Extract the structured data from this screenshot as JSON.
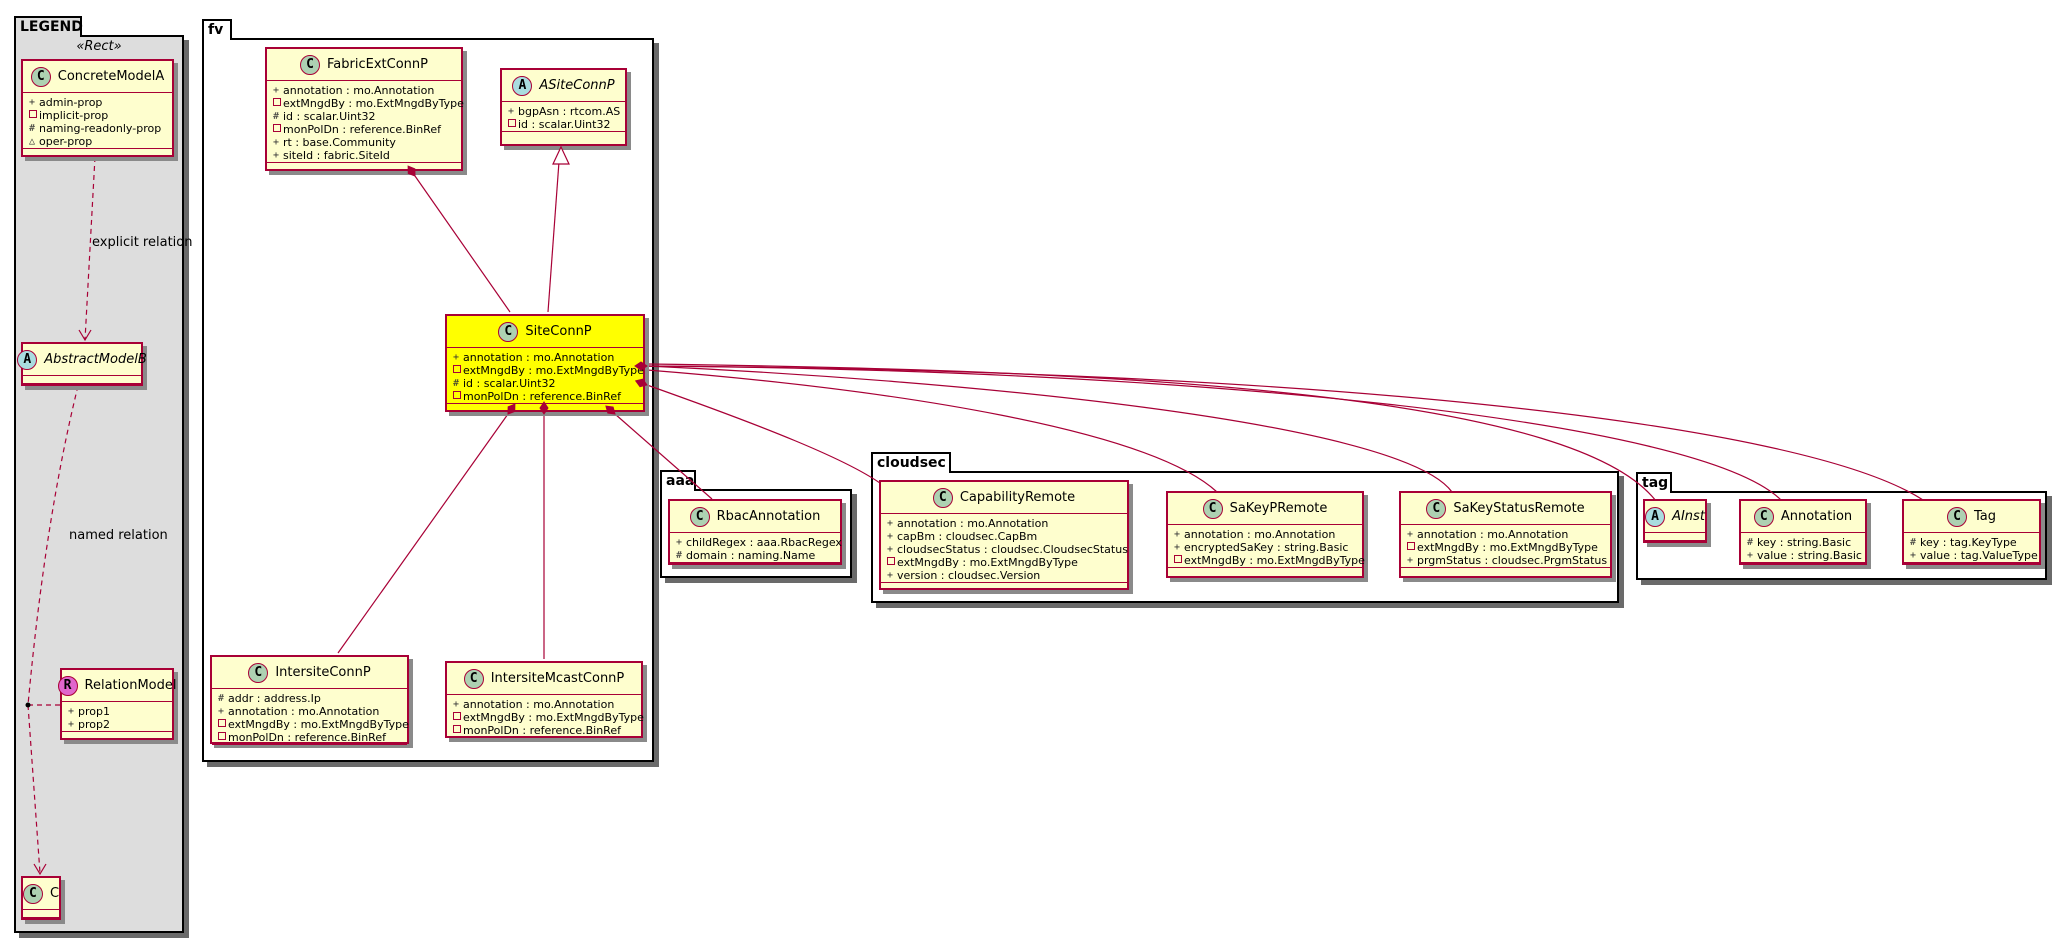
{
  "colors": {
    "class_fill": "#fefece",
    "class_border": "#a80036",
    "highlight_fill": "#ffff00",
    "legend_fill": "#dddddd",
    "class_icon": "#add1b2",
    "abstract_icon": "#a9dcdf",
    "relation_icon": "#e066cc",
    "line_color": "#a80036"
  },
  "legend": {
    "title": "LEGEND",
    "stereotype": "«Rect»",
    "explicit_relation": "explicit relation",
    "named_relation": "named relation"
  },
  "packages": {
    "fv": "fv",
    "aaa": "aaa",
    "cloudsec": "cloudsec",
    "tag": "tag"
  },
  "classes": {
    "concrete_model_a": {
      "icon": "C",
      "name": "ConcreteModelA",
      "attrs": [
        {
          "vis": "+",
          "text": "admin-prop"
        },
        {
          "vis": "-",
          "text": "implicit-prop"
        },
        {
          "vis": "#",
          "text": "naming-readonly-prop"
        },
        {
          "vis": "△",
          "text": "oper-prop"
        }
      ]
    },
    "abstract_model_b": {
      "icon": "A",
      "name": "AbstractModelB",
      "attrs": []
    },
    "relation_model": {
      "icon": "R",
      "name": "RelationModel",
      "attrs": [
        {
          "vis": "+",
          "text": "prop1"
        },
        {
          "vis": "+",
          "text": "prop2"
        }
      ]
    },
    "c": {
      "icon": "C",
      "name": "C",
      "attrs": []
    },
    "fabric_ext_conn_p": {
      "icon": "C",
      "name": "FabricExtConnP",
      "attrs": [
        {
          "vis": "+",
          "text": "annotation : mo.Annotation"
        },
        {
          "vis": "-",
          "text": "extMngdBy : mo.ExtMngdByType"
        },
        {
          "vis": "#",
          "text": "id : scalar.Uint32"
        },
        {
          "vis": "-",
          "text": "monPolDn : reference.BinRef"
        },
        {
          "vis": "+",
          "text": "rt : base.Community"
        },
        {
          "vis": "+",
          "text": "siteId : fabric.SiteId"
        }
      ]
    },
    "a_site_conn_p": {
      "icon": "A",
      "name": "ASiteConnP",
      "attrs": [
        {
          "vis": "+",
          "text": "bgpAsn : rtcom.AS"
        },
        {
          "vis": "-",
          "text": "id : scalar.Uint32"
        }
      ]
    },
    "site_conn_p": {
      "icon": "C",
      "name": "SiteConnP",
      "attrs": [
        {
          "vis": "+",
          "text": "annotation : mo.Annotation"
        },
        {
          "vis": "-",
          "text": "extMngdBy : mo.ExtMngdByType"
        },
        {
          "vis": "#",
          "text": "id : scalar.Uint32"
        },
        {
          "vis": "-",
          "text": "monPolDn : reference.BinRef"
        }
      ]
    },
    "intersite_conn_p": {
      "icon": "C",
      "name": "IntersiteConnP",
      "attrs": [
        {
          "vis": "#",
          "text": "addr : address.Ip"
        },
        {
          "vis": "+",
          "text": "annotation : mo.Annotation"
        },
        {
          "vis": "-",
          "text": "extMngdBy : mo.ExtMngdByType"
        },
        {
          "vis": "-",
          "text": "monPolDn : reference.BinRef"
        }
      ]
    },
    "intersite_mcast_conn_p": {
      "icon": "C",
      "name": "IntersiteMcastConnP",
      "attrs": [
        {
          "vis": "+",
          "text": "annotation : mo.Annotation"
        },
        {
          "vis": "-",
          "text": "extMngdBy : mo.ExtMngdByType"
        },
        {
          "vis": "-",
          "text": "monPolDn : reference.BinRef"
        }
      ]
    },
    "rbac_annotation": {
      "icon": "C",
      "name": "RbacAnnotation",
      "attrs": [
        {
          "vis": "+",
          "text": "childRegex : aaa.RbacRegex"
        },
        {
          "vis": "#",
          "text": "domain : naming.Name"
        }
      ]
    },
    "capability_remote": {
      "icon": "C",
      "name": "CapabilityRemote",
      "attrs": [
        {
          "vis": "+",
          "text": "annotation : mo.Annotation"
        },
        {
          "vis": "+",
          "text": "capBm : cloudsec.CapBm"
        },
        {
          "vis": "+",
          "text": "cloudsecStatus : cloudsec.CloudsecStatus"
        },
        {
          "vis": "-",
          "text": "extMngdBy : mo.ExtMngdByType"
        },
        {
          "vis": "+",
          "text": "version : cloudsec.Version"
        }
      ]
    },
    "sa_key_p_remote": {
      "icon": "C",
      "name": "SaKeyPRemote",
      "attrs": [
        {
          "vis": "+",
          "text": "annotation : mo.Annotation"
        },
        {
          "vis": "+",
          "text": "encryptedSaKey : string.Basic"
        },
        {
          "vis": "-",
          "text": "extMngdBy : mo.ExtMngdByType"
        }
      ]
    },
    "sa_key_status_remote": {
      "icon": "C",
      "name": "SaKeyStatusRemote",
      "attrs": [
        {
          "vis": "+",
          "text": "annotation : mo.Annotation"
        },
        {
          "vis": "-",
          "text": "extMngdBy : mo.ExtMngdByType"
        },
        {
          "vis": "+",
          "text": "prgmStatus : cloudsec.PrgmStatus"
        }
      ]
    },
    "a_inst": {
      "icon": "A",
      "name": "AInst",
      "attrs": []
    },
    "annotation": {
      "icon": "C",
      "name": "Annotation",
      "attrs": [
        {
          "vis": "#",
          "text": "key : string.Basic"
        },
        {
          "vis": "+",
          "text": "value : string.Basic"
        }
      ]
    },
    "tag": {
      "icon": "C",
      "name": "Tag",
      "attrs": [
        {
          "vis": "#",
          "text": "key : tag.KeyType"
        },
        {
          "vis": "+",
          "text": "value : tag.ValueType"
        }
      ]
    }
  }
}
